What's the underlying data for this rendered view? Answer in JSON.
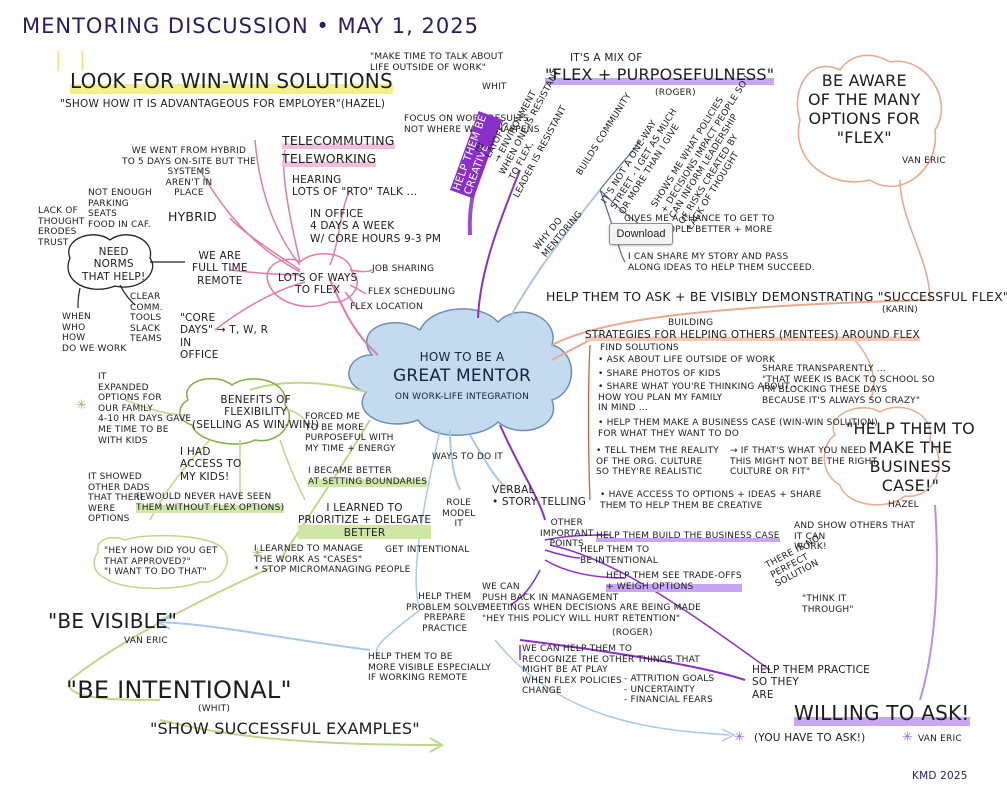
{
  "title": "MENTORING DISCUSSION • MAY 1, 2025",
  "center": {
    "line1": "HOW TO BE A",
    "line2": "GREAT MENTOR",
    "line3": "ON WORK-LIFE INTEGRATION"
  },
  "download_label": "Download",
  "signature": "KMD 2025",
  "colors": {
    "title": "#24215e",
    "center_cloud": "#bcd4ea",
    "pink": "#e07aad",
    "purple": "#8b2fc9",
    "green": "#bcd98a",
    "salmon": "#e9a98f",
    "blue": "#a9c8e6"
  },
  "texts": [
    "LOOK FOR WIN-WIN SOLUTIONS",
    "\"SHOW HOW IT IS ADVANTAGEOUS FOR EMPLOYER\"(HAZEL)",
    "\"MAKE TIME TO TALK ABOUT\nLIFE OUTSIDE OF WORK\"",
    "WHIT",
    "FOCUS ON WORK RESULTS\nNOT WHERE WORK HAPPENS",
    "TELECOMMUTING",
    "TELEWORKING",
    "HEARING\nLOTS OF \"RTO\" TALK ...",
    "WE WENT FROM HYBRID\nTO 5 DAYS ON-SITE BUT THE\nSYSTEMS\nAREN'T IN\nPLACE",
    "NOT ENOUGH\nPARKING\nSEATS\nFOOD IN CAF.",
    "LACK OF\nTHOUGHT\nERODES\nTRUST",
    "HYBRID",
    "NEED\nNORMS\nTHAT HELP!",
    "WE ARE\nFULL TIME\nREMOTE",
    "CLEAR\nCOMM.\nTOOLS\nSLACK\nTEAMS",
    "WHEN\nWHO\nHOW\nDO WE WORK",
    "\"CORE\nDAYS\" → T, W, R\nIN\nOFFICE",
    "IN OFFICE\n4 DAYS A WEEK\nW/ CORE HOURS 9-3 PM",
    "LOTS OF WAYS\nTO FLEX",
    "JOB SHARING",
    "FLEX SCHEDULING",
    "FLEX LOCATION",
    "IT'S A MIX OF",
    "\"FLEX + PURPOSEFULNESS\"",
    "(ROGER)",
    "BE AWARE\nOF THE MANY\nOPTIONS FOR\n\"FLEX\"",
    "VAN ERIC",
    "HELP THEM BE\nCREATIVE",
    "IN\nLAYOFFS\n→ ENVIRONMENT",
    "WHEN ONE IS RESISTANT\nTO FLEX,",
    "LEADER IS RESISTANT",
    "BUILDS COMMUNITY",
    "IT'S NOT A ONE-WAY\nSTREET - I GET AS MUCH\nOR MORE THAN I GIVE",
    "SHOWS ME WHAT POLICIES\n+ DECISIONS IMPACT PEOPLE SO I\nCAN INFORM LEADERSHIP\nOF RISKS CREATED BY\nLACK OF THOUGHT",
    "WHY DO\nMENTORING",
    "GIVES ME A CHANCE TO GET TO\nKNOW PEOPLE BETTER + MORE\nWHOLLY",
    "I CAN SHARE MY STORY AND PASS\nALONG IDEAS TO HELP THEM SUCCEED.",
    "HELP THEM TO ASK + BE VISIBLY DEMONSTRATING \"SUCCESSFUL FLEX\"",
    "(KARIN)",
    "BUILDING",
    "STRATEGIES FOR HELPING OTHERS (MENTEES) AROUND FLEX",
    "FIND SOLUTIONS",
    "• ASK ABOUT LIFE OUTSIDE OF WORK",
    "• SHARE PHOTOS OF KIDS",
    "• SHARE WHAT YOU'RE THINKING ABOUT -\nHOW YOU PLAN MY FAMILY\nIN MIND ...",
    "SHARE TRANSPARENTLY ...\n\"THAT WEEK IS BACK TO SCHOOL SO\nI'M BLOCKING THESE DAYS\nBECAUSE IT'S ALWAYS SO CRAZY\"",
    "• HELP THEM MAKE A BUSINESS CASE (WIN-WIN SOLUTION)\nFOR WHAT THEY WANT TO DO",
    "\"HELP THEM TO\nMAKE THE\nBUSINESS\nCASE!\"",
    "HAZEL",
    "• TELL THEM THE REALITY\nOF THE ORG. CULTURE\nSO THEY'RE REALISTIC",
    "→ IF THAT'S WHAT YOU NEED\nTHIS MIGHT NOT BE THE RIGHT\nCULTURE OR FIT\"",
    "• HAVE ACCESS TO OPTIONS + IDEAS + SHARE\nTHEM TO HELP THEM BE CREATIVE",
    "IT\nEXPANDED\nOPTIONS FOR\nOUR FAMILY\n4-10 HR DAYS GAVE\nME TIME TO BE\nWITH KIDS",
    "BENEFITS OF\nFLEXIBILITY\n(SELLING AS WIN-WIN!)",
    "FORCED ME\nTO BE MORE\nPURPOSEFUL WITH\nMY TIME + ENERGY",
    "I BECAME BETTER\nAT SETTING BOUNDARIES",
    "I HAD\nACCESS TO\nMY KIDS!",
    "(I WOULD NEVER HAVE SEEN\nTHEM WITHOUT FLEX OPTIONS)",
    "IT SHOWED\nOTHER DADS\nTHAT THERE\nWERE\nOPTIONS",
    "I LEARNED TO\nPRIORITIZE + DELEGATE\nBETTER",
    "GET INTENTIONAL",
    "I LEARNED TO MANAGE\nTHE WORK AS \"CASES\"\n* STOP MICROMANAGING PEOPLE",
    "\"HEY HOW DID YOU GET\nTHAT APPROVED?\"\n\"I WANT TO DO THAT\"",
    "\"BE VISIBLE\"",
    "VAN ERIC",
    "\"BE INTENTIONAL\"",
    "(WHIT)",
    "\"SHOW SUCCESSFUL EXAMPLES\"",
    "WAYS TO DO IT",
    "ROLE\nMODEL\nIT",
    "VERBAL\n• STORY TELLING",
    "OTHER\nIMPORTANT\nPOINTS",
    "HELP THEM BUILD THE BUSINESS CASE",
    "AND SHOW OTHERS THAT\nIT CAN\nWORK!",
    "HELP THEM TO\nBE INTENTIONAL",
    "HELP THEM SEE TRADE-OFFS\n+ WEIGH OPTIONS",
    "THERE IS NO\nPERFECT\nSOLUTION",
    "\"THINK IT\nTHROUGH\"",
    "WE CAN\nPUSH BACK IN MANAGEMENT\nMEETINGS WHEN DECISIONS ARE BEING MADE\n\"HEY THIS POLICY WILL HURT RETENTION\"",
    "(ROGER)",
    "HELP THEM\nPROBLEM SOLVE\nPREPARE\nPRACTICE",
    "HELP THEM TO BE\nMORE VISIBLE ESPECIALLY\nIF WORKING REMOTE",
    "WE CAN HELP THEM TO\nRECOGNIZE THE OTHER THINGS THAT\nMIGHT BE AT PLAY\nWHEN FLEX POLICIES\nCHANGE",
    "- ATTRITION GOALS\n- UNCERTAINTY\n- FINANCIAL FEARS",
    "HELP THEM PRACTICE\nSO THEY\nARE",
    "WILLING TO ASK!",
    "(YOU HAVE TO ASK!)",
    "VAN ERIC"
  ]
}
